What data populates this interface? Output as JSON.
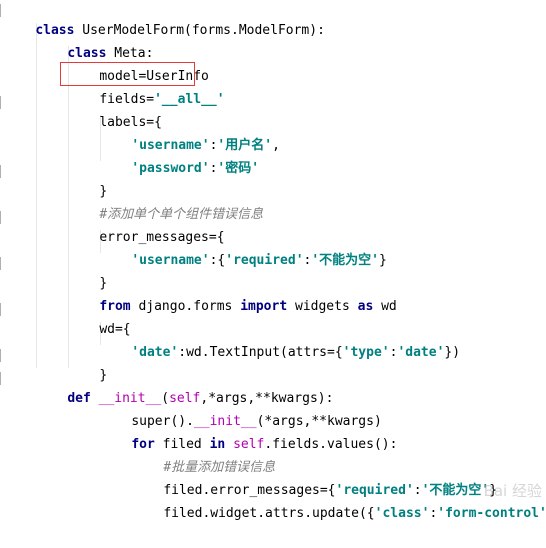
{
  "code": {
    "l01": {
      "t1": "class",
      "t2": " UserModelForm(forms.ModelForm):"
    },
    "l02": {
      "t1": "class",
      "t2": " Meta:"
    },
    "l03": {
      "t1": "model=UserInfo"
    },
    "l04": {
      "t1": "fields=",
      "t2": "'__all__'"
    },
    "l05": {
      "t1": "labels={"
    },
    "l06": {
      "t1": "'username'",
      "t2": ":",
      "t3": "'用户名'",
      "t4": ","
    },
    "l07": {
      "t1": "'password'",
      "t2": ":",
      "t3": "'密码'"
    },
    "l08": {
      "t1": "}"
    },
    "l09": {
      "t1": "#添加单个单个组件错误信息"
    },
    "l10": {
      "t1": "error_messages={"
    },
    "l11": {
      "t1": "'username'",
      "t2": ":{",
      "t3": "'required'",
      "t4": ":",
      "t5": "'不能为空'",
      "t6": "}"
    },
    "l12": {
      "t1": "}"
    },
    "l13": {
      "t1": "from",
      "t2": " django.forms ",
      "t3": "import",
      "t4": " widgets ",
      "t5": "as",
      "t6": " wd"
    },
    "l14": {
      "t1": "wd={"
    },
    "l15": {
      "t1": "'date'",
      "t2": ":wd.TextInput(attrs={",
      "t3": "'type'",
      "t4": ":",
      "t5": "'date'",
      "t6": "})"
    },
    "l16": {
      "t1": "}"
    },
    "l17": {
      "t1": "def",
      "t2": " __init__",
      "t3": "(",
      "t4": "self",
      "t5": ",*args,**kwargs):"
    },
    "l18": {
      "t1": "super().",
      "t2": "__init__",
      "t3": "(*args,**kwargs)"
    },
    "l19": {
      "t1": "for",
      "t2": " filed ",
      "t3": "in",
      "t4": " ",
      "t5": "self",
      "t6": ".fields.values():"
    },
    "l20": {
      "t1": "#批量添加错误信息"
    },
    "l21": {
      "t1": "filed.error_messages={",
      "t2": "'required'",
      "t3": ":",
      "t4": "'不能为空'",
      "t5": "}"
    },
    "l22": {
      "t1": "filed.widget.attrs.update({",
      "t2": "'class'",
      "t3": ":",
      "t4": "'form-control'",
      "t5": "})"
    }
  },
  "watermark": "Bai 经验",
  "colors": {
    "keyword": "#000080",
    "string": "#008080",
    "comment": "#808080",
    "magic": "#b200b2",
    "highlight_box": "#e23b3b"
  }
}
